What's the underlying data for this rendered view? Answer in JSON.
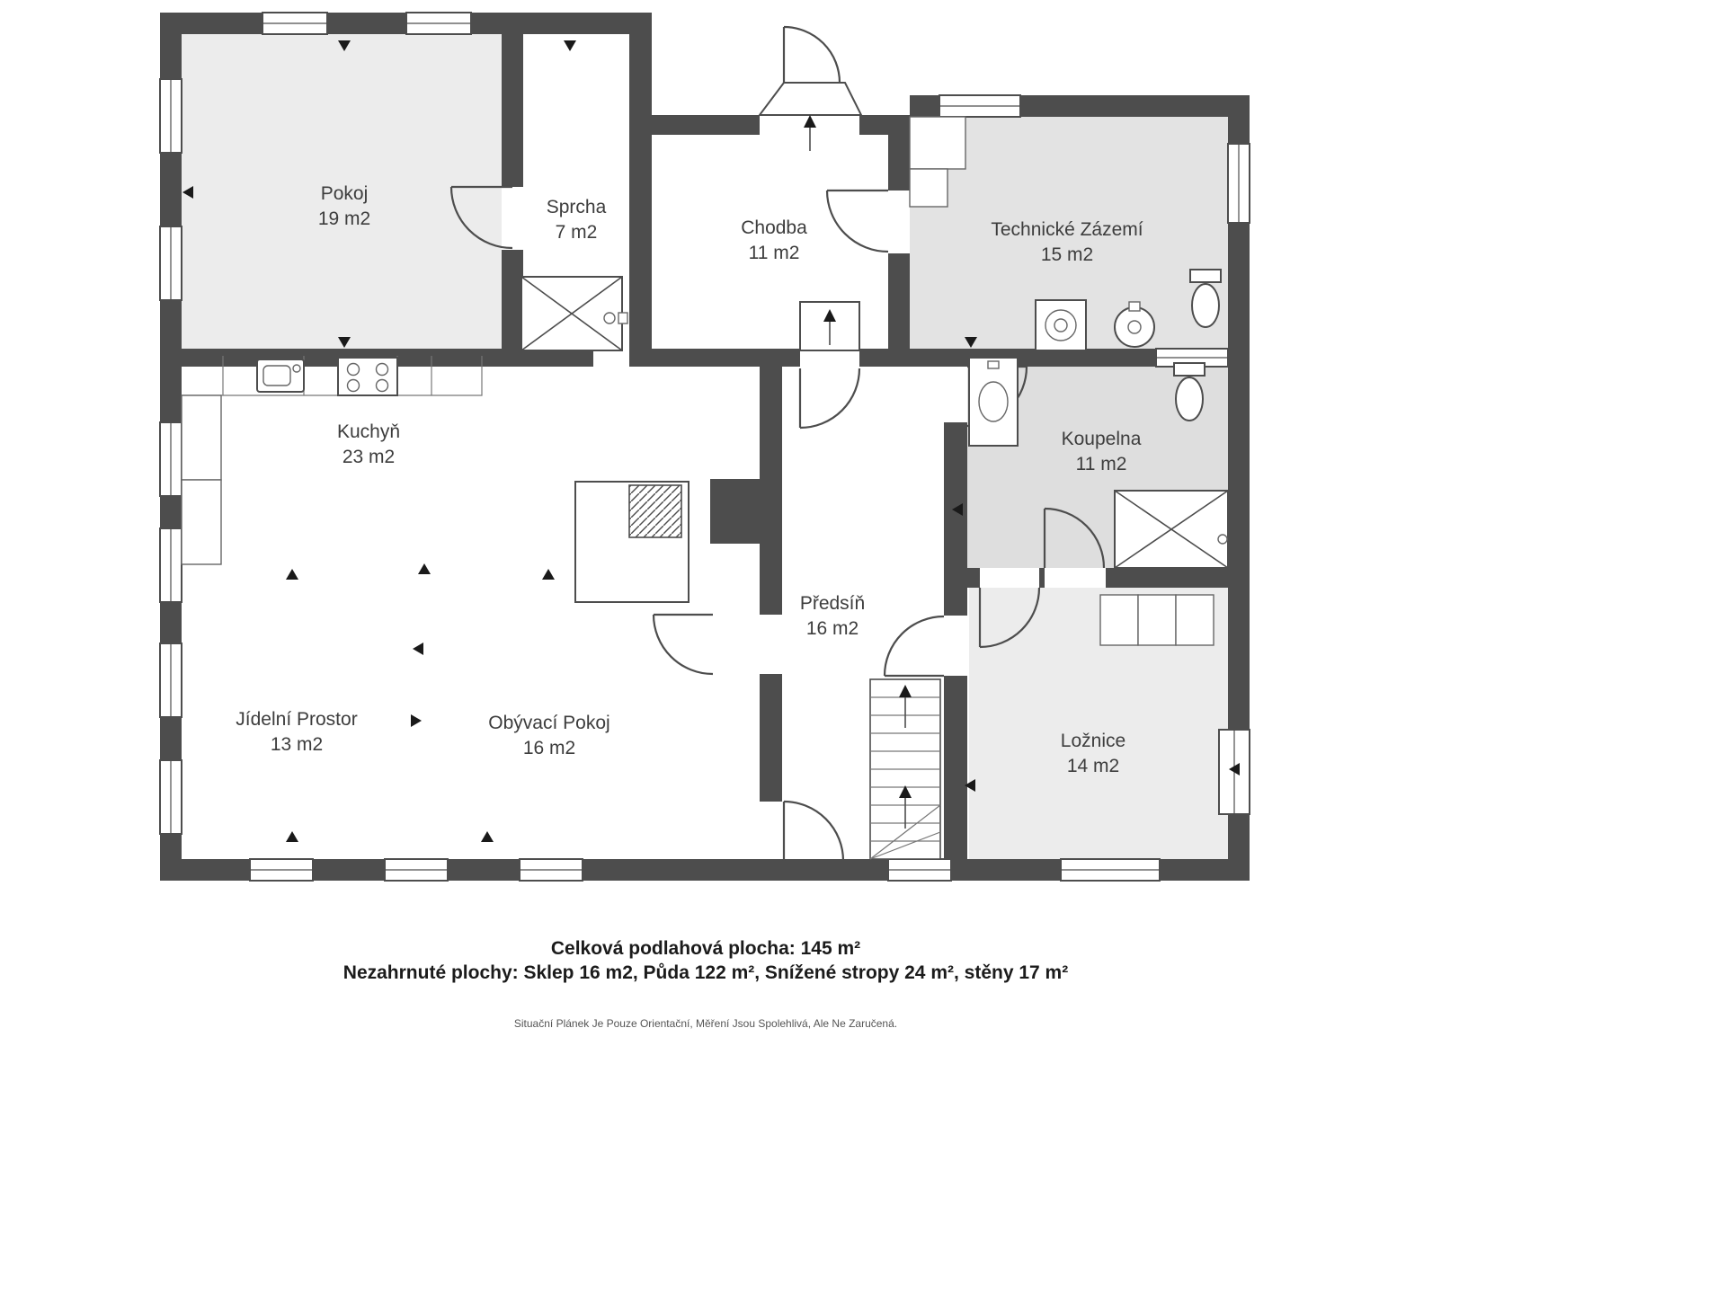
{
  "rooms": [
    {
      "name": "Pokoj",
      "area": "19 m2"
    },
    {
      "name": "Sprcha",
      "area": "7 m2"
    },
    {
      "name": "Chodba",
      "area": "11 m2"
    },
    {
      "name": "Technické Zázemí",
      "area": "15 m2"
    },
    {
      "name": "Kuchyň",
      "area": "23 m2"
    },
    {
      "name": "Koupelna",
      "area": "11 m2"
    },
    {
      "name": "Předsíň",
      "area": "16 m2"
    },
    {
      "name": "Jídelní Prostor",
      "area": "13 m2"
    },
    {
      "name": "Obývací Pokoj",
      "area": "16 m2"
    },
    {
      "name": "Ložnice",
      "area": "14 m2"
    }
  ],
  "footer": {
    "total_area": "Celková podlahová plocha: 145 m²",
    "excluded": "Nezahrnuté plochy: Sklep 16 m2, Půda 122 m², Snížené stropy 24 m², stěny 17 m²",
    "disclaimer": "Situační Plánek Je Pouze Orientační, Měření Jsou Spolehlivá, Ale Ne Zaručená."
  },
  "colors": {
    "wall": "#4d4d4d",
    "room_light": "#ececec",
    "room_gray": "#e3e3e3",
    "bath_gray": "#dedede"
  }
}
